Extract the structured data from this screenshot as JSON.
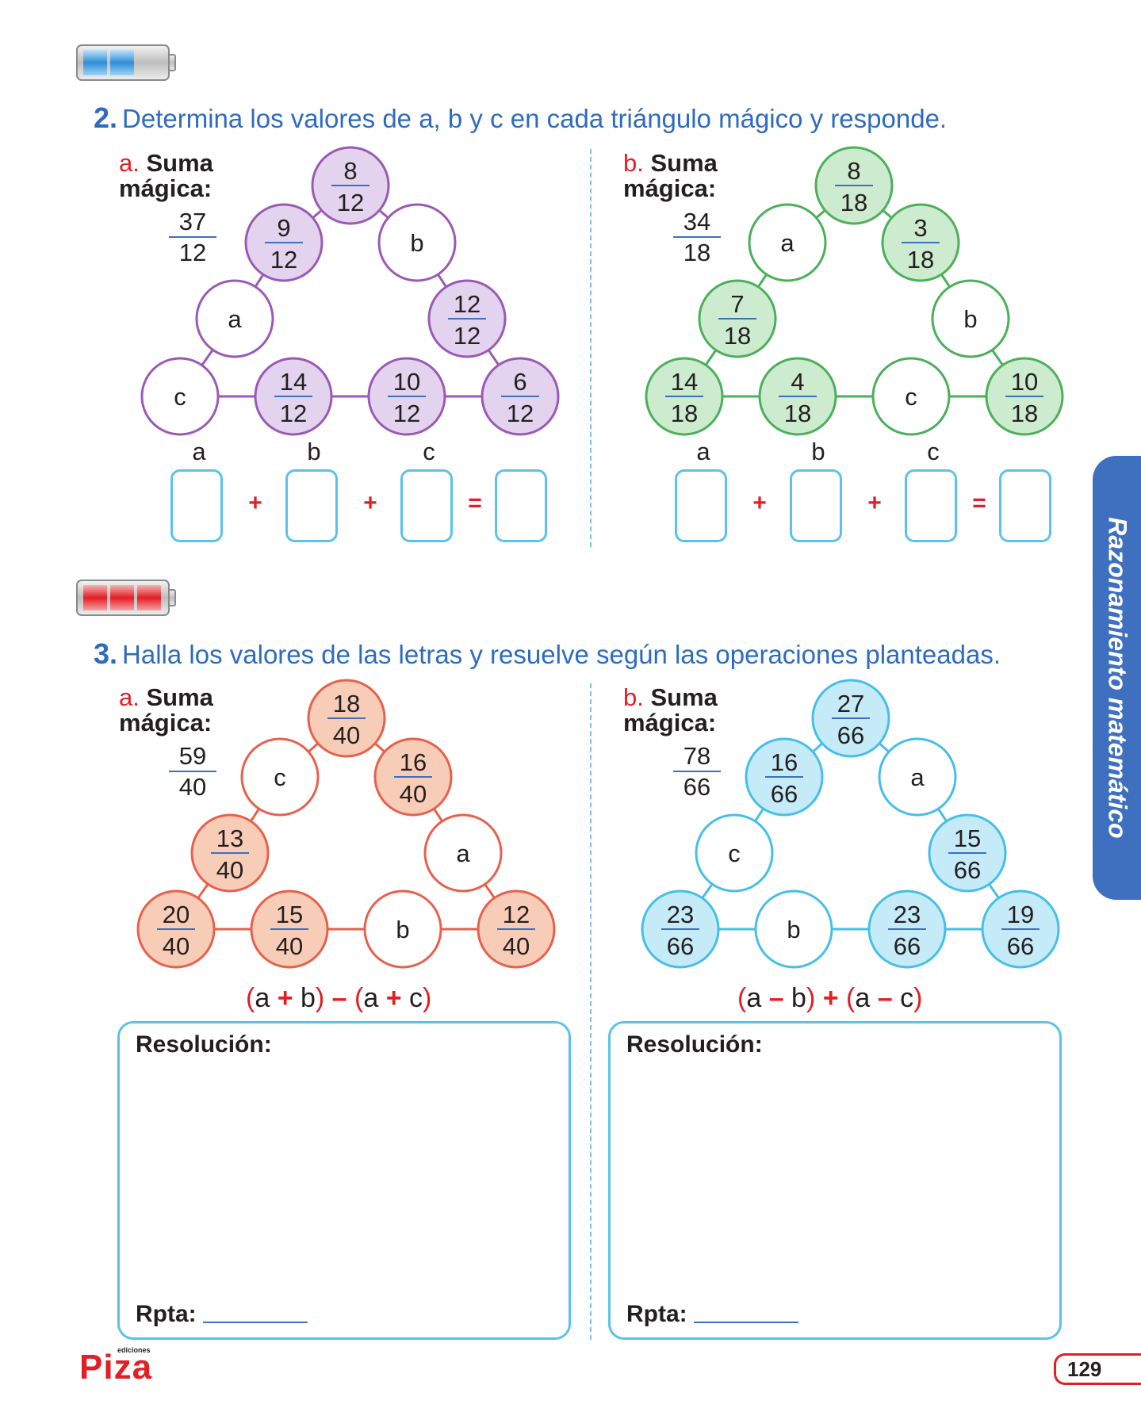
{
  "section2": {
    "title_num": "2.",
    "title": "Determina los valores de a, b y c en cada triángulo mágico y responde.",
    "a": {
      "letter": "a.",
      "label": "Suma mágica:",
      "magic_num": "37",
      "magic_den": "12",
      "color_fill": "#e3d3ee",
      "color_stroke": "#9b59b6",
      "nodes": [
        {
          "n": "8",
          "d": "12"
        },
        {
          "n": "9",
          "d": "12"
        },
        {
          "t": "b"
        },
        {
          "t": "a"
        },
        {
          "n": "12",
          "d": "12"
        },
        {
          "t": "c"
        },
        {
          "n": "14",
          "d": "12"
        },
        {
          "n": "10",
          "d": "12"
        },
        {
          "n": "6",
          "d": "12"
        }
      ],
      "answer_heads": [
        "a",
        "b",
        "c"
      ],
      "ops": [
        "+",
        "+",
        "="
      ]
    },
    "b": {
      "letter": "b.",
      "label": "Suma mágica:",
      "magic_num": "34",
      "magic_den": "18",
      "color_fill": "#cdebcf",
      "color_stroke": "#4caf5a",
      "nodes": [
        {
          "n": "8",
          "d": "18"
        },
        {
          "t": "a"
        },
        {
          "n": "3",
          "d": "18"
        },
        {
          "n": "7",
          "d": "18"
        },
        {
          "t": "b"
        },
        {
          "n": "14",
          "d": "18"
        },
        {
          "n": "4",
          "d": "18"
        },
        {
          "t": "c"
        },
        {
          "n": "10",
          "d": "18"
        }
      ],
      "answer_heads": [
        "a",
        "b",
        "c"
      ],
      "ops": [
        "+",
        "+",
        "="
      ]
    }
  },
  "section3": {
    "title_num": "3.",
    "title": "Halla los valores de las letras y resuelve según las operaciones planteadas.",
    "a": {
      "letter": "a.",
      "label": "Suma mágica:",
      "magic_num": "59",
      "magic_den": "40",
      "color_fill": "#f8cdb8",
      "color_stroke": "#e8604c",
      "nodes": [
        {
          "n": "18",
          "d": "40"
        },
        {
          "t": "c"
        },
        {
          "n": "16",
          "d": "40"
        },
        {
          "n": "13",
          "d": "40"
        },
        {
          "t": "a"
        },
        {
          "n": "20",
          "d": "40"
        },
        {
          "n": "15",
          "d": "40"
        },
        {
          "t": "b"
        },
        {
          "n": "12",
          "d": "40"
        }
      ],
      "expression": [
        "(",
        "a ",
        "+",
        " b",
        ")",
        " – ",
        "(",
        "a ",
        "+",
        " c",
        ")"
      ],
      "res_title": "Resolución:",
      "res_answer": "Rpta:"
    },
    "b": {
      "letter": "b.",
      "label": "Suma mágica:",
      "magic_num": "78",
      "magic_den": "66",
      "color_fill": "#c6ebf8",
      "color_stroke": "#45bfe8",
      "nodes": [
        {
          "n": "27",
          "d": "66"
        },
        {
          "n": "16",
          "d": "66"
        },
        {
          "t": "a"
        },
        {
          "t": "c"
        },
        {
          "n": "15",
          "d": "66"
        },
        {
          "n": "23",
          "d": "66"
        },
        {
          "t": "b"
        },
        {
          "n": "23",
          "d": "66"
        },
        {
          "n": "19",
          "d": "66"
        }
      ],
      "expression": [
        "(",
        "a ",
        "–",
        " b",
        ")",
        " + ",
        "(",
        "a ",
        "–",
        " c",
        ")"
      ],
      "res_title": "Resolución:",
      "res_answer": "Rpta:"
    }
  },
  "sidebar_label": "Razonamiento matemático",
  "page_number": "129",
  "logo_text": "Piza",
  "logo_sub": "ediciones"
}
